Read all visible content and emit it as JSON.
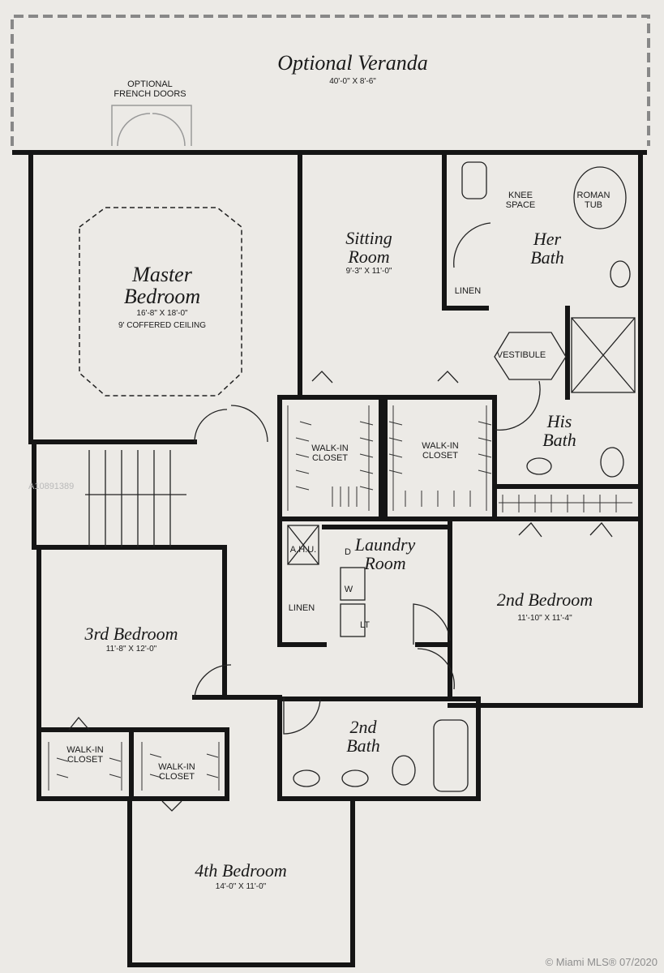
{
  "veranda": {
    "title": "Optional Veranda",
    "dims": "40'-0\" X 8'-6\""
  },
  "french_doors": {
    "line1": "OPTIONAL",
    "line2": "FRENCH DOORS"
  },
  "master": {
    "name1": "Master",
    "name2": "Bedroom",
    "dims": "16'-8\" X 18'-0\"",
    "note": "9' COFFERED CEILING"
  },
  "sitting": {
    "name1": "Sitting",
    "name2": "Room",
    "dims": "9'-3\" X 11'-0\""
  },
  "her_bath": {
    "knee1": "KNEE",
    "knee2": "SPACE",
    "tub1": "ROMAN",
    "tub2": "TUB",
    "name1": "Her",
    "name2": "Bath",
    "linen": "LINEN"
  },
  "vestibule": "VESTIBULE",
  "his_bath": {
    "name1": "His",
    "name2": "Bath"
  },
  "closets": {
    "wic1": "WALK-IN",
    "wic2": "CLOSET"
  },
  "ahu": "A.H.U.",
  "linen2": "LINEN",
  "laundry": {
    "name1": "Laundry",
    "name2": "Room",
    "d": "D",
    "w": "W",
    "lt": "LT"
  },
  "bed2": {
    "name": "2nd Bedroom",
    "dims": "11'-10\" X 11'-4\""
  },
  "bed3": {
    "name": "3rd Bedroom",
    "dims": "11'-8\" X 12'-0\""
  },
  "bath2": {
    "name1": "2nd",
    "name2": "Bath"
  },
  "bed4": {
    "name": "4th Bedroom",
    "dims": "14'-0\" X 11'-0\""
  },
  "watermark": "A10891389",
  "copyright": "© Miami MLS® 07/2020"
}
